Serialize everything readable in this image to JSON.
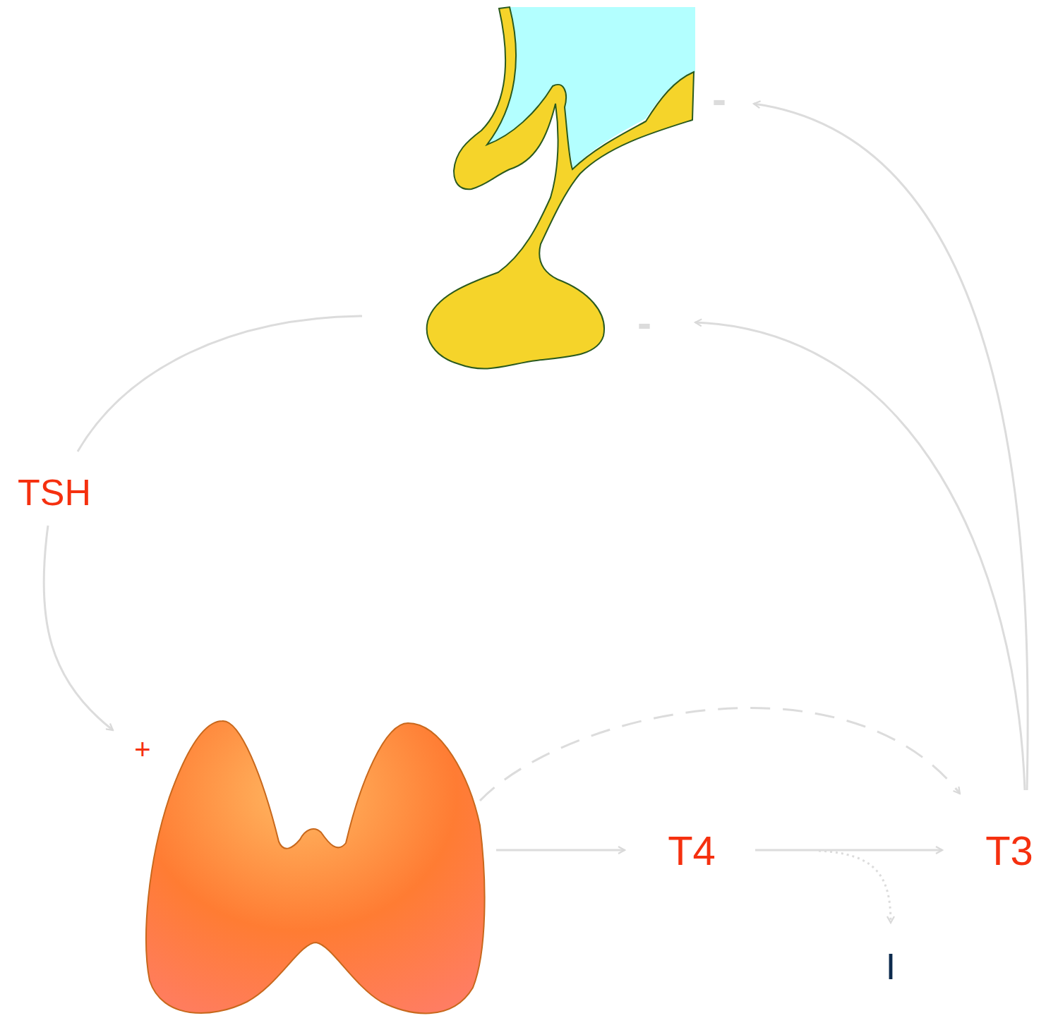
{
  "diagram": {
    "labels": [
      "-",
      "-",
      "TSH",
      "+",
      "T4",
      "T3",
      "I"
    ]
  }
}
